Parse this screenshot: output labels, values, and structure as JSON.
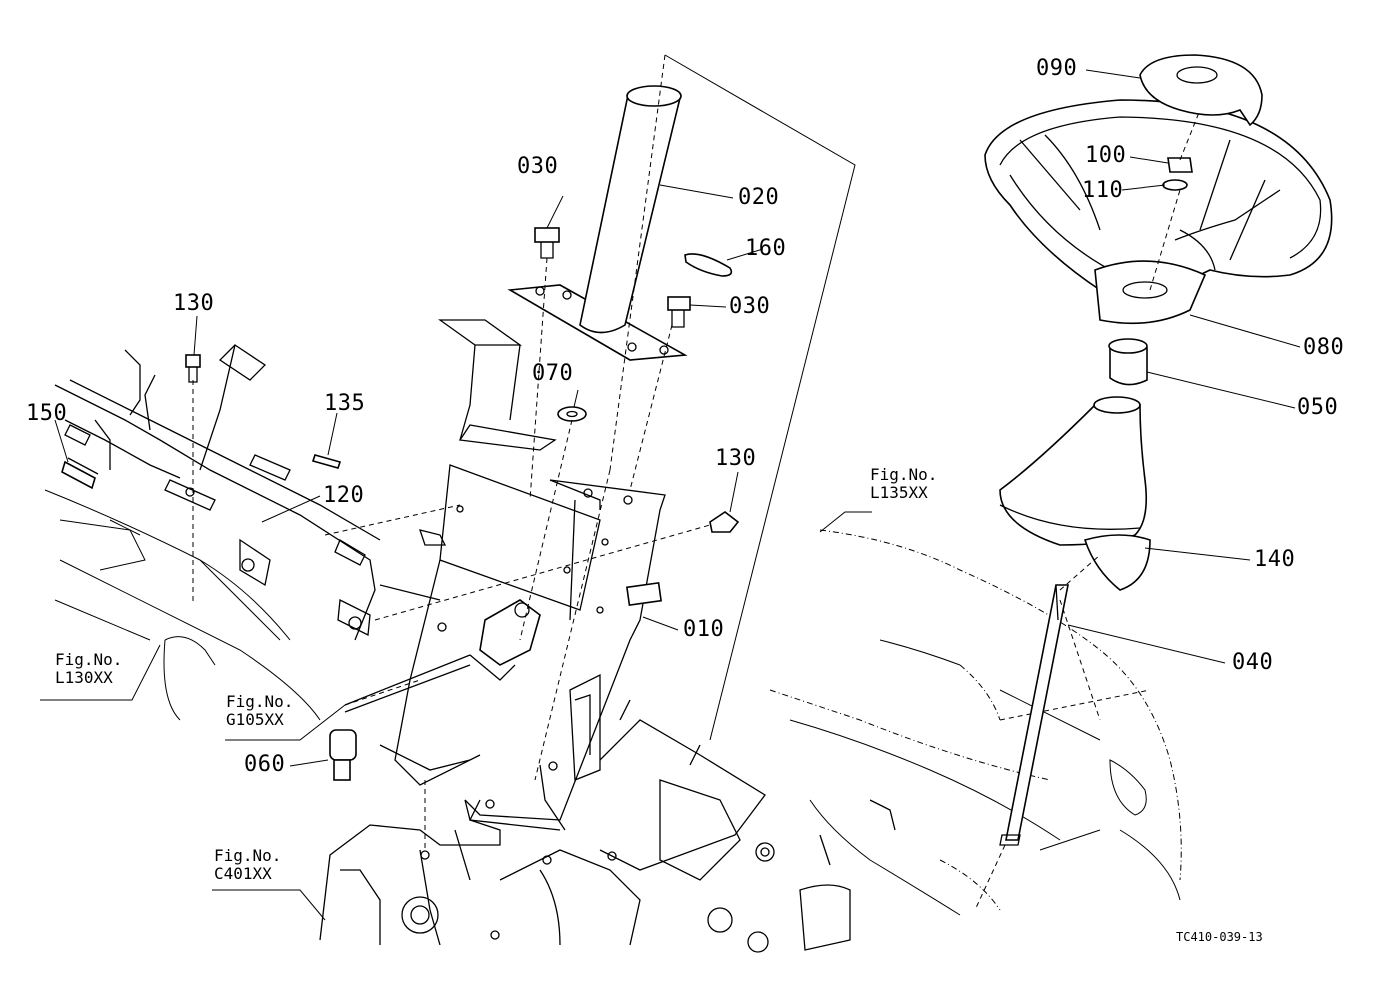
{
  "labels": {
    "p010": "010",
    "p020": "020",
    "p030a": "030",
    "p030b": "030",
    "p040": "040",
    "p050": "050",
    "p060": "060",
    "p070": "070",
    "p080": "080",
    "p090": "090",
    "p100": "100",
    "p110": "110",
    "p120": "120",
    "p130a": "130",
    "p130b": "130",
    "p135": "135",
    "p140": "140",
    "p150": "150",
    "p160": "160"
  },
  "references": {
    "l135": [
      "Fig.No.",
      "L135XX"
    ],
    "l130": [
      "Fig.No.",
      "L130XX"
    ],
    "g105": [
      "Fig.No.",
      "G105XX"
    ],
    "c401": [
      "Fig.No.",
      "C401XX"
    ]
  },
  "drawing_code": "TC410-039-13"
}
